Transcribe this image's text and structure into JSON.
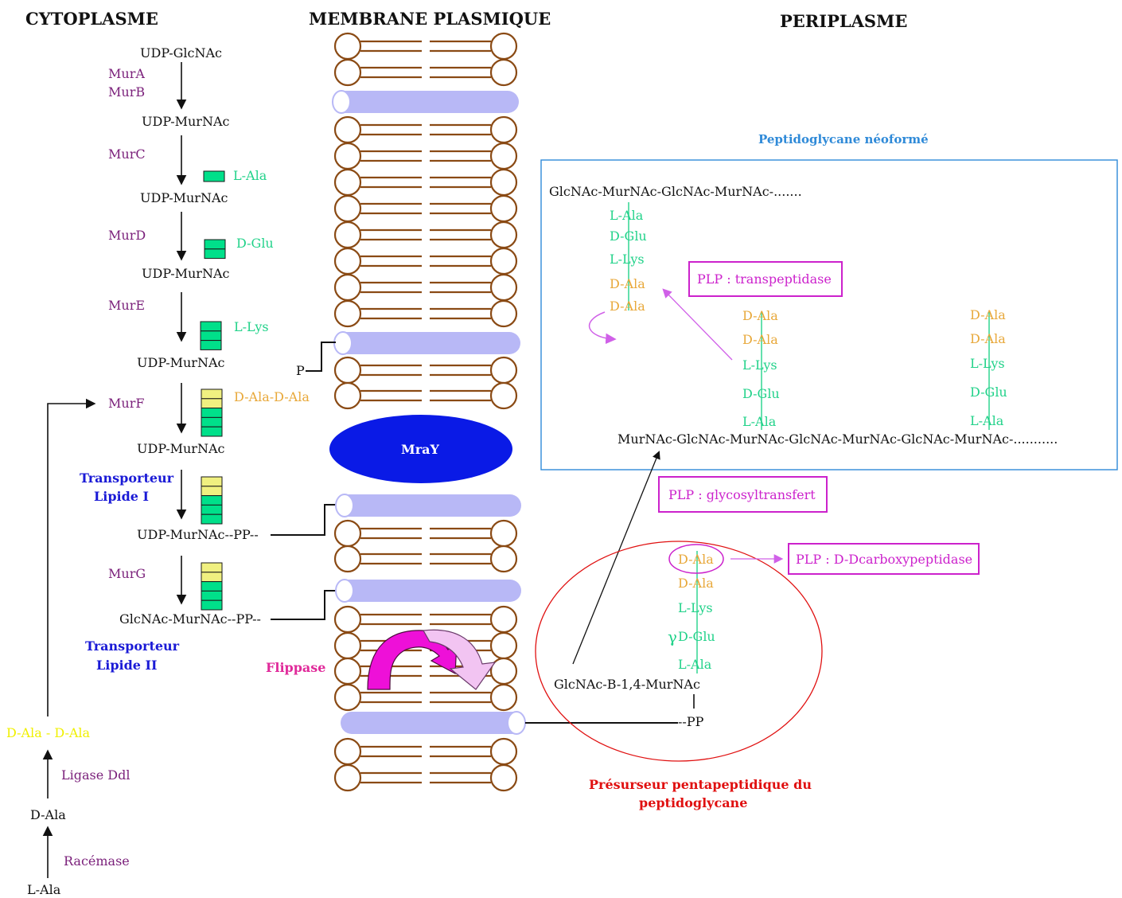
{
  "headers": {
    "cytoplasm": "CYTOPLASME",
    "membrane": "MEMBRANE PLASMIQUE",
    "periplasm": "PERIPLASME"
  },
  "cytoplasm": {
    "steps": [
      {
        "substrate": "UDP-GlcNAc",
        "enzymes": [
          "MurA",
          "MurB"
        ]
      },
      {
        "substrate": "UDP-MurNAc",
        "enzymes": [
          "MurC"
        ],
        "added": "L-Ala",
        "blocks": [
          "green"
        ]
      },
      {
        "substrate": "UDP-MurNAc",
        "enzymes": [
          "MurD"
        ],
        "added": "D-Glu",
        "blocks": [
          "green",
          "green"
        ]
      },
      {
        "substrate": "UDP-MurNAc",
        "enzymes": [
          "MurE"
        ],
        "added": "L-Lys",
        "blocks": [
          "green",
          "green",
          "green"
        ]
      },
      {
        "substrate": "UDP-MurNAc",
        "enzymes": [
          "MurF"
        ],
        "added": "D-Ala-D-Ala",
        "blocks": [
          "yellow",
          "yellow",
          "green",
          "green",
          "green"
        ]
      },
      {
        "substrate": "UDP-MurNAc",
        "enzymes": [
          "Transporteur",
          "Lipide I"
        ],
        "blocks": [
          "yellow",
          "yellow",
          "green",
          "green",
          "green"
        ]
      },
      {
        "substrate": "UDP-MurNAc--PP--",
        "enzymes": [
          "MurG"
        ],
        "blocks": [
          "yellow",
          "yellow",
          "green",
          "green",
          "green"
        ]
      },
      {
        "substrate": "GlcNAc-MurNAc--PP--"
      }
    ],
    "transporter_lipid_2": [
      "Transporteur",
      "Lipide II"
    ],
    "dala_pathway": {
      "dipeptide": "D-Ala - D-Ala",
      "ligase": "Ligase Ddl",
      "d_ala": "D-Ala",
      "racemase": "Racémase",
      "l_ala": "L-Ala"
    }
  },
  "membrane": {
    "mray": "MraY",
    "flippase": "Flippase",
    "p_label": "P",
    "pp_label": "--PP"
  },
  "periplasm": {
    "neoformed_title": "Peptidoglycane néoformé",
    "chain_top": "GlcNAc-MurNAc-GlcNAc-MurNAc-.......",
    "chain_bottom": "MurNAc-GlcNAc-MurNAc-GlcNAc-MurNAc-GlcNAc-MurNAc-...........",
    "stem_left": [
      "L-Ala",
      "D-Glu",
      "L-Lys",
      "D-Ala",
      "D-Ala"
    ],
    "stem_mid": [
      "D-Ala",
      "D-Ala",
      "L-Lys",
      "D-Glu",
      "L-Ala"
    ],
    "stem_right": [
      "D-Ala",
      "D-Ala",
      "L-Lys",
      "D-Glu",
      "L-Ala"
    ],
    "plp_transpeptidase": "PLP : transpeptidase",
    "plp_glycosyltransfert": "PLP : glycosyltransfert",
    "plp_dd_carboxypeptidase": "PLP : D-Dcarboxypeptidase",
    "precursor_stem": [
      "D-Ala",
      "D-Ala",
      "L-Lys",
      "D-Glu",
      "L-Ala"
    ],
    "gamma": "γ",
    "precursor_disaccharide": "GlcNAc-B-1,4-MurNAc",
    "precursor_pp": "--PP",
    "precursor_title": [
      "Présurseur pentapeptidique du",
      "peptidoglycane"
    ]
  },
  "colors": {
    "green": "#00e08a",
    "yellow": "#f0f080",
    "amino_green": "#22d28a",
    "amino_orange": "#e8a83a",
    "lipid_brown": "#8a4a14",
    "carrier": "#b8b8f6",
    "mray": "#0a1ae6",
    "plp_magenta": "#cc22cc",
    "red": "#e01010",
    "box_blue": "#2f8ad8"
  }
}
